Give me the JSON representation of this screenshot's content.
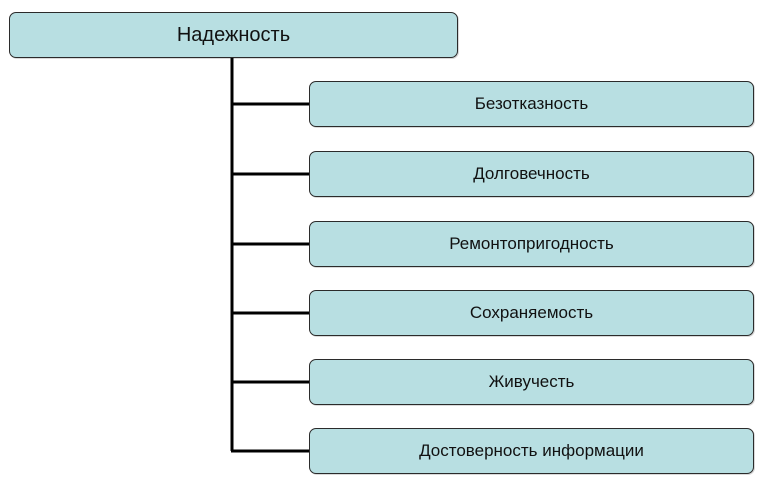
{
  "diagram": {
    "root": {
      "label": "Надежность"
    },
    "children": [
      {
        "label": "Безотказность"
      },
      {
        "label": "Долговечность"
      },
      {
        "label": "Ремонтопригодность"
      },
      {
        "label": "Сохраняемость"
      },
      {
        "label": "Живучесть"
      },
      {
        "label": "Достоверность информации"
      }
    ],
    "colors": {
      "box_fill": "#b8dfe2",
      "box_border": "#2b2b2b",
      "connector": "#000000"
    }
  }
}
